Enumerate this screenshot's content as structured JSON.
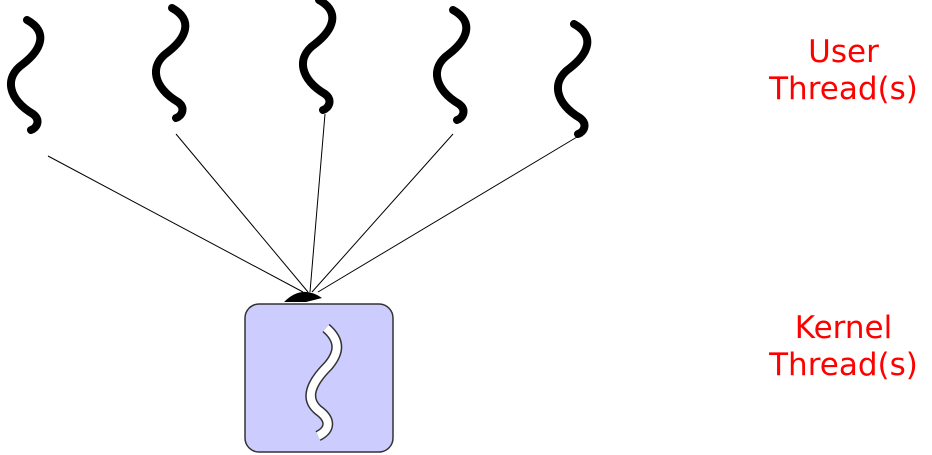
{
  "user_label": {
    "line1": "User",
    "line2": "Thread(s)"
  },
  "kernel_label": {
    "line1": "Kernel",
    "line2": "Thread(s)"
  },
  "user_thread_count": 5,
  "kernel_thread_count": 1,
  "colors": {
    "label_text": "#ff0000",
    "kernel_box_fill": "#ccccff",
    "kernel_box_stroke": "#333333",
    "thread_stroke": "#000000",
    "connector": "#000000"
  }
}
